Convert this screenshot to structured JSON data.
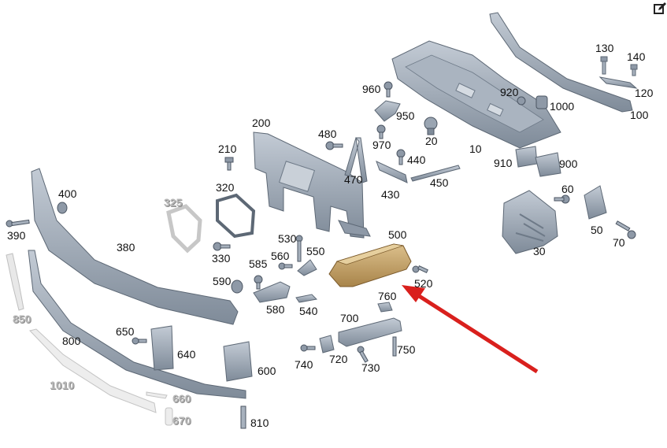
{
  "toolbar": {
    "edit_icon": "edit-icon"
  },
  "colors": {
    "part": "#9aa6b4",
    "part_dark": "#6e7a88",
    "part_light": "#c9d0d8",
    "highlight": "#c8a46a",
    "arrow": "#d9201d",
    "ghost": "#cfcfcf"
  },
  "highlighted_part": "500",
  "labels": [
    {
      "id": "130",
      "text": "130"
    },
    {
      "id": "140",
      "text": "140"
    },
    {
      "id": "120",
      "text": "120"
    },
    {
      "id": "100",
      "text": "100"
    },
    {
      "id": "960",
      "text": "960"
    },
    {
      "id": "920",
      "text": "920"
    },
    {
      "id": "1000",
      "text": "1000"
    },
    {
      "id": "950",
      "text": "950"
    },
    {
      "id": "200",
      "text": "200"
    },
    {
      "id": "480",
      "text": "480"
    },
    {
      "id": "970",
      "text": "970"
    },
    {
      "id": "20",
      "text": "20"
    },
    {
      "id": "10",
      "text": "10"
    },
    {
      "id": "210",
      "text": "210"
    },
    {
      "id": "910",
      "text": "910"
    },
    {
      "id": "900",
      "text": "900"
    },
    {
      "id": "440",
      "text": "440"
    },
    {
      "id": "470",
      "text": "470"
    },
    {
      "id": "450",
      "text": "450"
    },
    {
      "id": "400",
      "text": "400"
    },
    {
      "id": "320",
      "text": "320"
    },
    {
      "id": "430",
      "text": "430"
    },
    {
      "id": "60",
      "text": "60"
    },
    {
      "id": "325",
      "text": "325",
      "ghost": true
    },
    {
      "id": "390",
      "text": "390"
    },
    {
      "id": "500",
      "text": "500"
    },
    {
      "id": "50",
      "text": "50"
    },
    {
      "id": "530",
      "text": "530"
    },
    {
      "id": "70",
      "text": "70"
    },
    {
      "id": "380",
      "text": "380"
    },
    {
      "id": "550",
      "text": "550"
    },
    {
      "id": "560",
      "text": "560"
    },
    {
      "id": "330",
      "text": "330"
    },
    {
      "id": "30",
      "text": "30"
    },
    {
      "id": "585",
      "text": "585"
    },
    {
      "id": "520",
      "text": "520"
    },
    {
      "id": "590",
      "text": "590"
    },
    {
      "id": "760",
      "text": "760"
    },
    {
      "id": "580",
      "text": "580"
    },
    {
      "id": "540",
      "text": "540"
    },
    {
      "id": "850",
      "text": "850",
      "ghost": true
    },
    {
      "id": "700",
      "text": "700"
    },
    {
      "id": "650",
      "text": "650"
    },
    {
      "id": "800",
      "text": "800"
    },
    {
      "id": "640",
      "text": "640"
    },
    {
      "id": "750",
      "text": "750"
    },
    {
      "id": "720",
      "text": "720"
    },
    {
      "id": "740",
      "text": "740"
    },
    {
      "id": "730",
      "text": "730"
    },
    {
      "id": "600",
      "text": "600"
    },
    {
      "id": "1010",
      "text": "1010",
      "ghost": true
    },
    {
      "id": "660",
      "text": "660",
      "ghost": true
    },
    {
      "id": "670",
      "text": "670",
      "ghost": true
    },
    {
      "id": "810",
      "text": "810"
    }
  ]
}
